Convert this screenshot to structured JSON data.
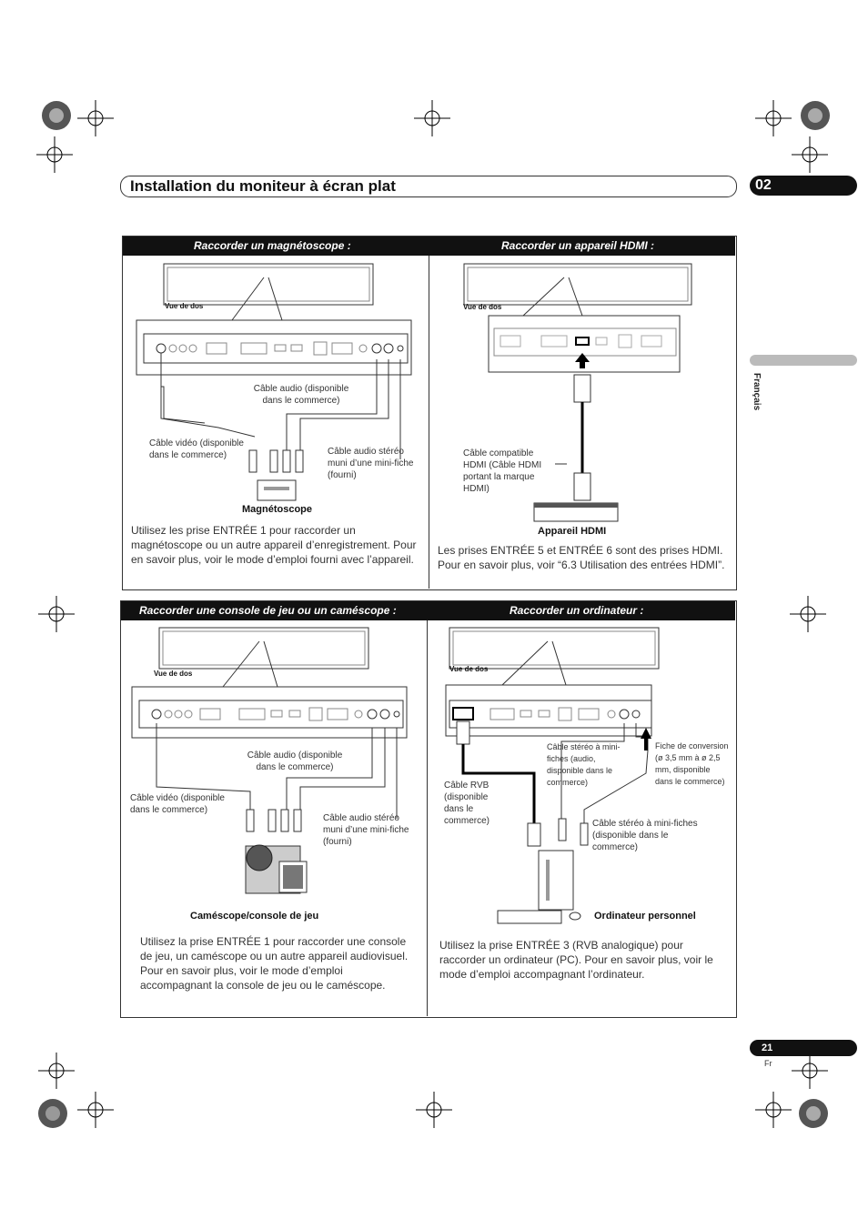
{
  "header": {
    "title": "Installation du moniteur à écran plat",
    "chapter": "02"
  },
  "sidebar": {
    "language": "Français"
  },
  "sections": {
    "vcr": {
      "heading": "Raccorder un magnétoscope :",
      "rear_label": "Vue de dos",
      "cable_audio": "Câble audio (disponible dans le commerce)",
      "cable_video": "Câble vidéo (disponible dans le commerce)",
      "cable_stereo": "Câble audio stéréo muni d’une mini-fiche (fourni)",
      "device": "Magnétoscope",
      "text": "Utilisez les prise ENTRÉE 1 pour raccorder un magnétoscope ou un autre appareil d’enregistrement. Pour en savoir plus, voir le mode d’emploi fourni avec l’appareil."
    },
    "hdmi": {
      "heading": "Raccorder un appareil HDMI :",
      "rear_label": "Vue de dos",
      "cable": "Câble compatible HDMI (Câble HDMI portant la marque HDMI)",
      "device": "Appareil HDMI",
      "text": "Les prises ENTRÉE 5 et ENTRÉE 6 sont des prises HDMI. Pour en savoir plus, voir “6.3 Utilisation des entrées HDMI”."
    },
    "game": {
      "heading": "Raccorder une console de jeu ou un caméscope :",
      "rear_label": "Vue de dos",
      "cable_audio": "Câble audio (disponible dans le commerce)",
      "cable_video": "Câble vidéo (disponible dans le commerce)",
      "cable_stereo": "Câble audio stéréo muni d’une mini-fiche (fourni)",
      "device": "Caméscope/console de jeu",
      "text": "Utilisez la prise ENTRÉE 1 pour raccorder une console de jeu, un caméscope ou un autre appareil audiovisuel. Pour en savoir plus, voir le mode d’emploi accompagnant la console de jeu ou le caméscope."
    },
    "pc": {
      "heading": "Raccorder un ordinateur :",
      "rear_label": "Vue de dos",
      "cable_stereo_mini": "Câble stéréo à mini-fiches (audio, disponible dans le commerce)",
      "plug": "Fiche de conversion (ø 3,5 mm à ø 2,5 mm, disponible dans le commerce)",
      "cable_rgb": "Câble RVB (disponible dans le commerce)",
      "cable_stereo2": "Câble stéréo à mini-fiches (disponible dans le commerce)",
      "device": "Ordinateur personnel",
      "text": "Utilisez la prise ENTRÉE 3 (RVB analogique) pour raccorder un ordinateur (PC). Pour en savoir plus, voir le mode d’emploi accompagnant l’ordinateur."
    }
  },
  "footer": {
    "page": "21",
    "lang": "Fr"
  }
}
